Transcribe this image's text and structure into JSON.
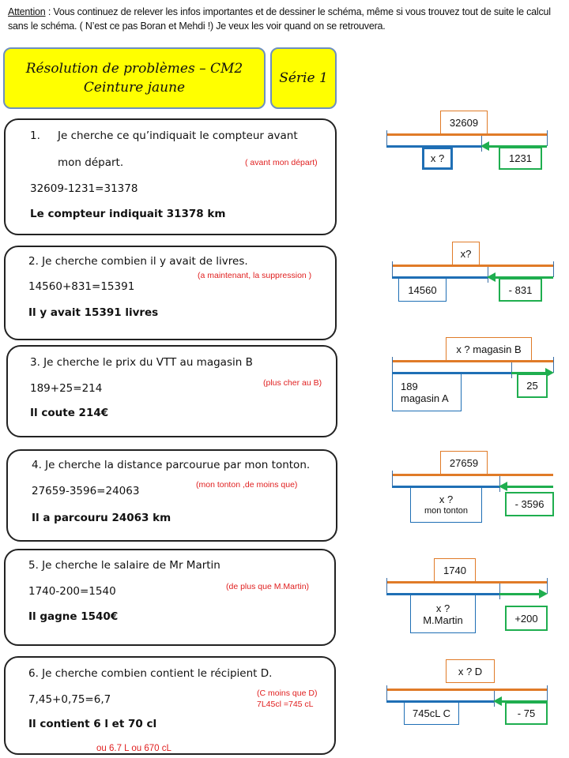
{
  "intro": {
    "label": "Attention",
    "text": " : Vous continuez de relever les infos importantes et de dessiner le schéma, même si vous trouvez tout de suite le calcul sans le schéma. ( N’est ce pas Boran et Mehdi !) Je veux les voir quand on se retrouvera."
  },
  "header": {
    "title1": "Résolution de problèmes – CM2",
    "title2": "Ceinture jaune",
    "serie": "Série 1"
  },
  "problems": [
    {
      "q1": "1.",
      "q2": "Je cherche ce qu’indiquait le compteur avant",
      "q3": "mon départ.",
      "calc": "32609-1231=31378",
      "answer": "Le compteur indiquait 31378 km",
      "note": "( avant mon départ)",
      "diagram": {
        "top": "32609",
        "blue": "x ?",
        "green": "1231",
        "direction": "left"
      }
    },
    {
      "q1": "2. Je cherche combien il y avait de livres.",
      "calc": "14560+831=15391",
      "answer": "Il y avait 15391 livres",
      "note": "(a maintenant,  la suppression )",
      "diagram": {
        "top": "x?",
        "blue": "14560",
        "green": "- 831",
        "direction": "left"
      }
    },
    {
      "q1": "3. Je cherche le prix du VTT au magasin B",
      "calc": "189+25=214",
      "answer": "Il coute 214€",
      "note": "(plus cher au B)",
      "diagram": {
        "top": "x ? magasin B",
        "blue1": "189",
        "blue2": "magasin A",
        "green": "25",
        "direction": "right"
      }
    },
    {
      "q1": "4. Je cherche la distance parcourue par mon tonton.",
      "calc": "27659-3596=24063",
      "answer": "Il a parcouru 24063 km",
      "note": "(mon tonton ,de moins que)",
      "diagram": {
        "top": "27659",
        "blue1": "x ?",
        "blue2": "mon tonton",
        "green": "- 3596",
        "direction": "left"
      }
    },
    {
      "q1": "5. Je cherche le salaire de Mr Martin",
      "calc": "1740-200=1540",
      "answer": "Il gagne 1540€",
      "note": "(de plus que M.Martin)",
      "diagram": {
        "top": "1740",
        "blue1": "x ?",
        "blue2": "M.Martin",
        "green": "+200",
        "direction": "right"
      }
    },
    {
      "q1": "6. Je cherche combien contient le récipient D.",
      "calc": "7,45+0,75=6,7",
      "answer": "Il contient 6 l et 70 cl",
      "note": "(C moins que D)",
      "note2": "7L45cl =745 cL",
      "note3": "ou 6.7 L ou 670  cL",
      "diagram": {
        "top": "x ?  D",
        "blue": "745cL C",
        "green": "- 75",
        "direction": "left"
      }
    }
  ],
  "colors": {
    "orange": "#e07b28",
    "blue": "#1f6fb5",
    "green": "#1fae4f",
    "yellow": "#ffff00",
    "note": "#e02020"
  }
}
